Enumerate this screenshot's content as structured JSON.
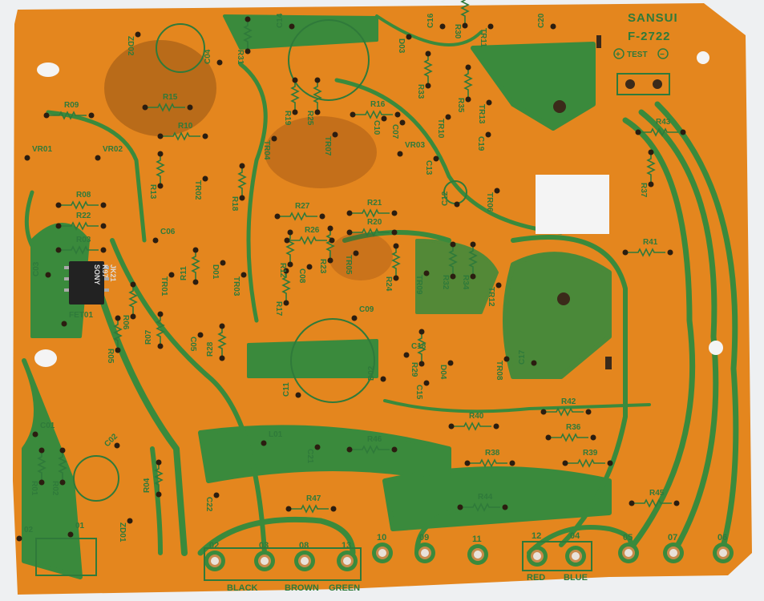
{
  "board": {
    "brand": "SANSUI",
    "model": "F-2722",
    "test_label": "TEST",
    "test_plus": "+",
    "test_minus": "−",
    "colors": {
      "substrate": "#e4861e",
      "copper_mask": "#3a8a3c",
      "silkscreen": "#2f7a3a",
      "background": "#eef0f2",
      "pad": "#c98a4a"
    }
  },
  "chip": {
    "lines": [
      "SONY",
      "K97",
      "JK21"
    ]
  },
  "components": [
    "R09",
    "R15",
    "R10",
    "VR01",
    "VR02",
    "R08",
    "R22",
    "R03",
    "R13",
    "C06",
    "TR02",
    "R18",
    "C04",
    "ZD02",
    "R31",
    "C14",
    "D03",
    "C16",
    "R30",
    "TR11",
    "C20",
    "R16",
    "R33",
    "R35",
    "TR13",
    "TR10",
    "C19",
    "R19",
    "R25",
    "TR07",
    "C10",
    "C07",
    "VR03",
    "C13",
    "TR06",
    "TR04",
    "R27",
    "R21",
    "R20",
    "C12",
    "R26",
    "R43",
    "R37",
    "R41",
    "C03",
    "FET01",
    "TR01",
    "R11",
    "D01",
    "TR03",
    "R17",
    "R12",
    "C08",
    "R23",
    "TR05",
    "C09",
    "R24",
    "TR09",
    "R32",
    "R34",
    "TR12",
    "R06",
    "R07",
    "C05",
    "R05",
    "R28",
    "C18",
    "R29",
    "D02",
    "C15",
    "D04",
    "TR08",
    "C17",
    "C11",
    "R42",
    "R36",
    "R40",
    "R46",
    "L01",
    "C21",
    "R38",
    "R39",
    "C01",
    "C02",
    "R01",
    "R02",
    "R04",
    "C22",
    "R47",
    "R44",
    "R45",
    "ZD01",
    "01",
    "02"
  ],
  "terminals": [
    "02",
    "03",
    "08",
    "13",
    "10",
    "09",
    "11",
    "12",
    "04",
    "05",
    "07",
    "06"
  ],
  "wire_labels": [
    "BLACK",
    "BROWN",
    "GREEN",
    "RED",
    "BLUE"
  ]
}
